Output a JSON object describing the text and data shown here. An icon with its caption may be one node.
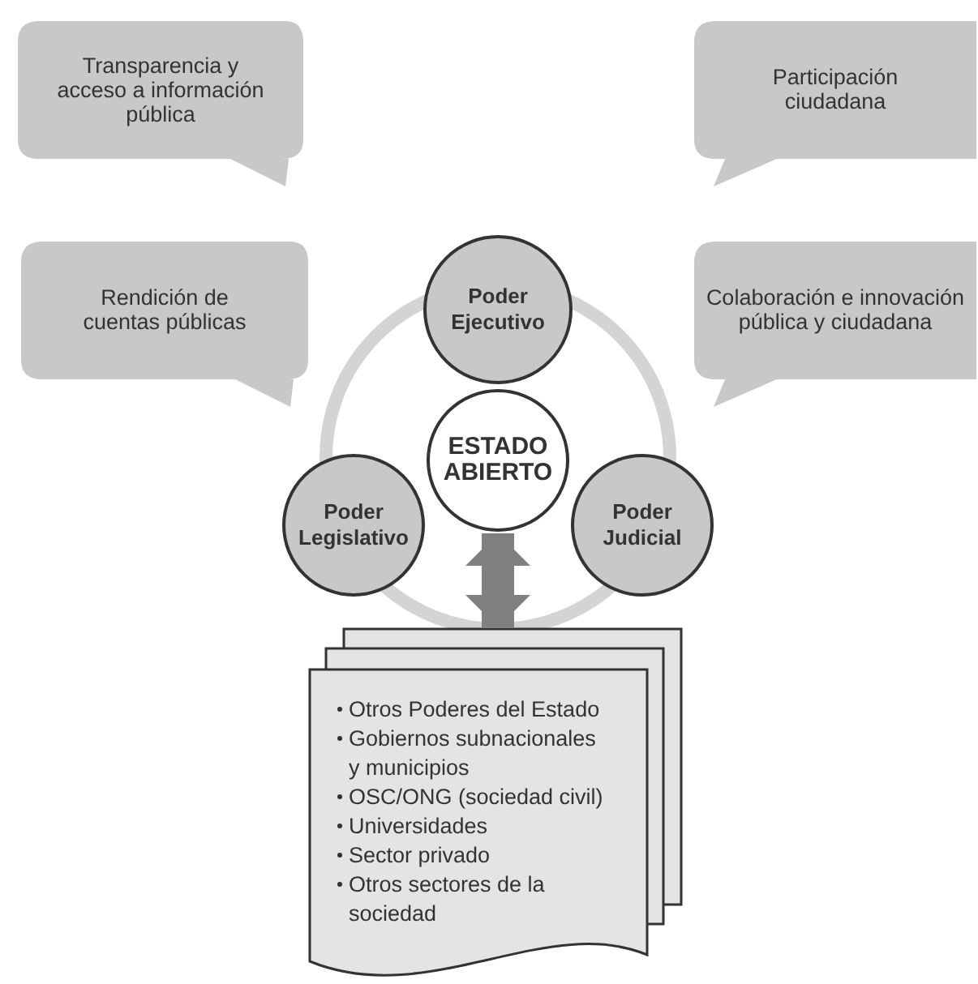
{
  "diagram": {
    "nodes": [
      {
        "text": [
          "Transparencia y acceso a información pública"
        ]
      },
      {
        "text": [
          "Participación ciudadana"
        ]
      },
      {
        "text": [
          "Rendición de cuentas públicas"
        ]
      },
      {
        "text": [
          "Colaboración e innovación pública y ciudadana"
        ]
      },
      {
        "text": [
          "Poder Ejecutivo"
        ]
      },
      {
        "text": [
          "ESTADO ABIERTO"
        ]
      },
      {
        "text": [
          "Poder Legislativo"
        ]
      },
      {
        "text": [
          "Poder Judicial"
        ]
      },
      {
        "text": [
          "Otros Poderes del Estado",
          "Gobiernos subnacionales y municipios",
          "OSC/ONG (sociedad civil)",
          "Universidades",
          "Sector privado",
          "Otros sectores de la sociedad"
        ]
      }
    ],
    "edges": [
      {
        "from": 5,
        "to": 8,
        "arrow": "both"
      }
    ]
  }
}
